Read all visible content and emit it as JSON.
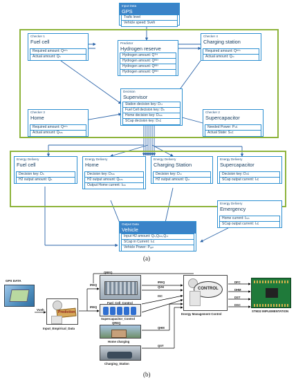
{
  "panel_a": {
    "label": "(a)",
    "input_data": {
      "cat": "Input Data",
      "title": "GPS",
      "rows": [
        "Trafic level",
        "Vehicle speed: Sveh"
      ]
    },
    "checker1": {
      "cat": "Checker 1",
      "title": "Fuel cell",
      "rows": [
        "Required amount: Qᵐⁱⁿ",
        "Actual amount: Qₙ"
      ]
    },
    "predictor": {
      "cat": "Predictor",
      "title": "Hydrogen reserve",
      "rows": [
        "Hydrogen amount: Qᵀᴴ",
        "Hydrogen amount: Qᴿᴱᶠ",
        "Hydrogen amount: Qᴿᴱᶠ",
        "Hydrogen amount: Qᴿᴱᶠ"
      ]
    },
    "checker4": {
      "cat": "Checker 4",
      "title": "Charging station",
      "rows": [
        "Required amount: Qᵐⁱⁿ",
        "Actual amount: Qₛₜ"
      ]
    },
    "supervisor": {
      "cat": "Decision",
      "title": "Supervisor",
      "rows": [
        "Station decision key: Dₛₜ",
        "Fuel Cell decision key: Dₙ",
        "Home decision key: Dₕₘ",
        "SCap decision key: Dₛᴄ"
      ]
    },
    "checker3": {
      "cat": "Checker 3",
      "title": "Home",
      "rows": [
        "Required amount: Qᵐⁱⁿ",
        "Actual amount: Qₕₘ"
      ]
    },
    "checker2": {
      "cat": "Checker 2",
      "title": "Supercapacitor",
      "rows": [
        "Needed Power: Pₛᴄ",
        "Actual State: Sₛᴄ"
      ]
    },
    "ed_fuel": {
      "cat": "Energy Delivery",
      "title": "Fuel cell",
      "rows": [
        "Decision key: Dₙ",
        "H2 output amount: Qₙ"
      ]
    },
    "ed_home": {
      "cat": "Energy Delivery",
      "title": "Home",
      "rows": [
        "Decision key: Dₕₘ",
        "H2 output amount: Qₕₘ",
        "Output Home current: Iₕₘ"
      ]
    },
    "ed_charging": {
      "cat": "Energy Delivery",
      "title": "Charging Station",
      "rows": [
        "Decision key: Dₛₜ",
        "H2 output amount: Qₛₜ"
      ]
    },
    "ed_supercap": {
      "cat": "Energy Delivery",
      "title": "Supercapacitor",
      "rows": [
        "Decision key: Dₛᴄ",
        "SCap output current: Iₛᴄ"
      ]
    },
    "ed_emergency": {
      "cat": "Energy Delivery",
      "title": "Emergency",
      "rows": [
        "Home current: Iₕₘ",
        "SCap output current: Iₛᴄ"
      ]
    },
    "output_data": {
      "cat": "Output Data",
      "title": "Vehicle",
      "rows": [
        "Input H2 amount: Qₙ,Qₕₘ,Qₛₜ",
        "SCap in Current: Iₛᴄ",
        "Vehicle Power: Pᵥₑₕ"
      ]
    }
  },
  "panel_b": {
    "label": "(b)",
    "gps": "GPS DATA",
    "vveh": "Vveh",
    "prediction": "Prediction",
    "input_empirical": "Input_Empirical_Data",
    "fuel_cell_control": "Fuel_Cell_Control",
    "supercap_control": "Supercapacitor_Control",
    "home_charging": "Home charging",
    "charging_station": "Charging_Station",
    "energy_control": "Energy Management Control",
    "control_word": "CONTROL",
    "stm32": "STM32 IMPLEMENTATION",
    "signals": {
      "ireq1": "IREQ",
      "qreq_l": "QREQ",
      "ireq2": "IREQ",
      "ireq_r": "IREQ",
      "qvh": "QVH",
      "isc": "ISC",
      "qreq_b": "QREQ",
      "qhm": "QHM",
      "qst": "QST"
    },
    "outputs": [
      "DFC",
      "DHM",
      "DST",
      "DSC"
    ]
  }
}
